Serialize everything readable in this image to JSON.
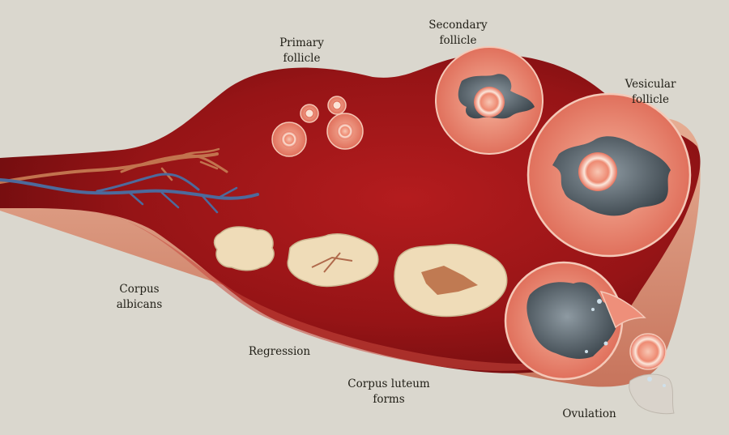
{
  "labels": {
    "primary_follicle": [
      "Primary",
      "follicle"
    ],
    "secondary_follicle": [
      "Secondary",
      "follicle"
    ],
    "vesicular_follicle": [
      "Vesicular",
      "follicle"
    ],
    "corpus_albicans": [
      "Corpus",
      "albicans"
    ],
    "regression": "Regression",
    "corpus_luteum_forms": [
      "Corpus luteum",
      "forms"
    ],
    "ovulation": "Ovulation"
  },
  "colors": {
    "background": "#dad7ce",
    "ovary_dark": "#7a0e10",
    "ovary_mid": "#a8181a",
    "rim": "#d9967a",
    "follicle_pink": "#ee8f7a",
    "antrum_grey": "#4f5a62",
    "corpus_cream": "#efdcb8",
    "vein_blue": "#4d6a9c",
    "artery": "#c2734e"
  }
}
